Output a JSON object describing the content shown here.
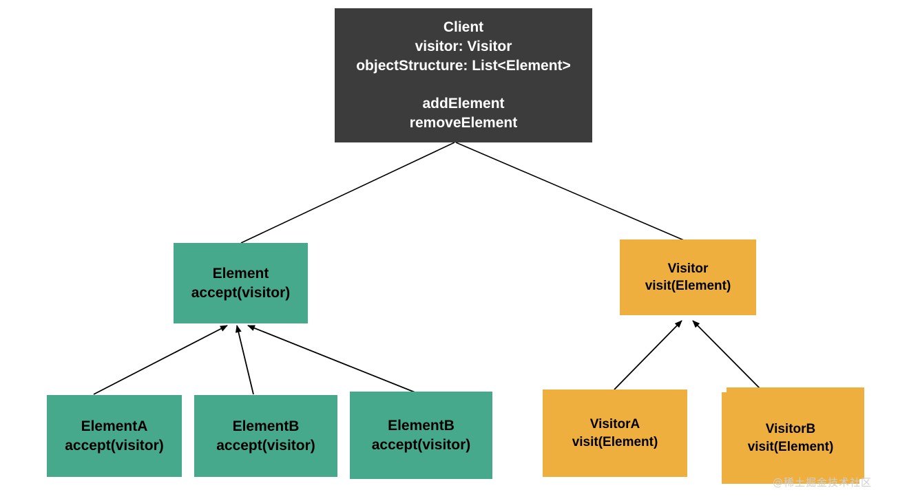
{
  "diagram": {
    "title": "Visitor Pattern Class Diagram",
    "colors": {
      "client_bg": "#3c3c3c",
      "client_text": "#ffffff",
      "element_bg": "#47a98c",
      "visitor_bg": "#eeaf3e",
      "node_text": "#000000",
      "edge": "#000000",
      "background": "#ffffff",
      "watermark_text": "#cfcfcf"
    },
    "nodes": {
      "client": {
        "name": "Client",
        "line1": "Client",
        "line2": "visitor: Visitor",
        "line3": "objectStructure: List<Element>",
        "line4": "addElement",
        "line5": "removeElement"
      },
      "element_root": {
        "name": "Element",
        "line1": "Element",
        "line2": "accept(visitor)"
      },
      "visitor_root": {
        "name": "Visitor",
        "line1": "Visitor",
        "line2": "visit(Element)"
      },
      "element_a": {
        "name": "ElementA",
        "line1": "ElementA",
        "line2": "accept(visitor)"
      },
      "element_b": {
        "name": "ElementB",
        "line1": "ElementB",
        "line2": "accept(visitor)"
      },
      "element_c": {
        "name": "ElementB",
        "line1": "ElementB",
        "line2": "accept(visitor)"
      },
      "visitor_a": {
        "name": "VisitorA",
        "line1": "VisitorA",
        "line2": "visit(Element)"
      },
      "visitor_b": {
        "name": "VisitorB",
        "line1": "VisitorB",
        "line2": "visit(Element)"
      }
    },
    "edges": [
      {
        "from": "client",
        "to": "element_root",
        "kind": "association",
        "arrow": false
      },
      {
        "from": "client",
        "to": "visitor_root",
        "kind": "association",
        "arrow": false
      },
      {
        "from": "element_a",
        "to": "element_root",
        "kind": "generalization",
        "arrow": true
      },
      {
        "from": "element_b",
        "to": "element_root",
        "kind": "generalization",
        "arrow": true
      },
      {
        "from": "element_c",
        "to": "element_root",
        "kind": "generalization",
        "arrow": true
      },
      {
        "from": "visitor_a",
        "to": "visitor_root",
        "kind": "generalization",
        "arrow": true
      },
      {
        "from": "visitor_b",
        "to": "visitor_root",
        "kind": "generalization",
        "arrow": true
      }
    ],
    "watermark": "@稀土掘金技术社区"
  }
}
